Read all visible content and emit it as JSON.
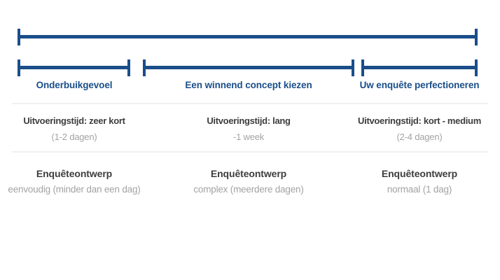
{
  "colors": {
    "accent_blue": "#1a4e8a",
    "heading_text": "#3d3d3d",
    "muted_text": "#a3a3a3",
    "divider": "#f0f0f0",
    "background": "#ffffff"
  },
  "timeline": {
    "phases": [
      {
        "label": "Onderbuikgevoel",
        "execution_time": "Uitvoeringstijd: zeer kort",
        "execution_duration": "(1-2 dagen)",
        "design_title": "Enquêteontwerp",
        "design_detail": "eenvoudig (minder dan een dag)"
      },
      {
        "label": "Een winnend concept kiezen",
        "execution_time": "Uitvoeringstijd: lang",
        "execution_duration": "-1 week",
        "design_title": "Enquêteontwerp",
        "design_detail": "complex (meerdere dagen)"
      },
      {
        "label": "Uw enquête perfectioneren",
        "execution_time": "Uitvoeringstijd: kort - medium",
        "execution_duration": "(2-4 dagen)",
        "design_title": "Enquêteontwerp",
        "design_detail": "normaal (1 dag)"
      }
    ]
  }
}
